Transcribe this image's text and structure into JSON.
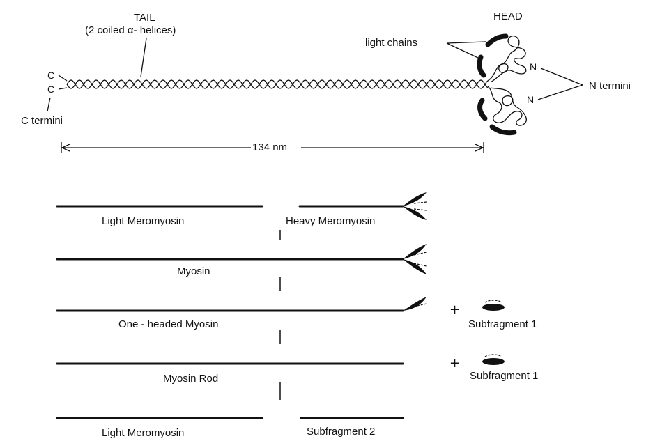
{
  "top": {
    "tail_title": "TAIL",
    "tail_sub": "(2 coiled α- helices)",
    "head": "HEAD",
    "light_chains": "light chains",
    "c_upper": "C",
    "c_lower": "C",
    "c_termini": "C termini",
    "n_upper": "N",
    "n_lower": "N",
    "n_termini": "N termini",
    "length": "134 nm"
  },
  "rows": {
    "r1_left": "Light Meromyosin",
    "r1_right": "Heavy Meromyosin",
    "r2": "Myosin",
    "r3": "One - headed Myosin",
    "r3_side": "Subfragment 1",
    "r4": "Myosin Rod",
    "r4_side": "Subfragment 1",
    "r5_left": "Light Meromyosin",
    "r5_right": "Subfragment 2",
    "plus": "+"
  },
  "colors": {
    "ink": "#111111",
    "background": "#ffffff"
  }
}
